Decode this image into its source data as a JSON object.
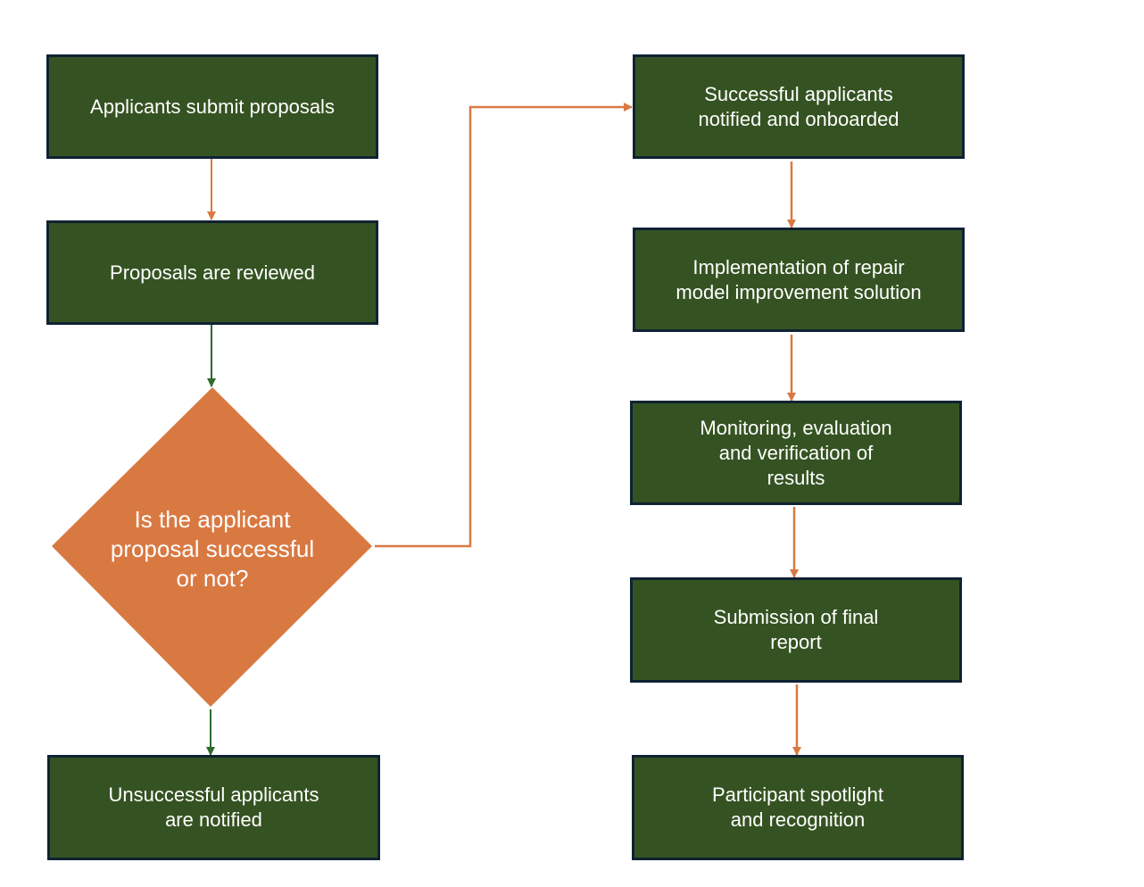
{
  "diagram": {
    "colors": {
      "box_fill": "#355322",
      "box_border": "#0f2233",
      "decision_fill": "#d97942",
      "arrow_orange": "#d97942",
      "arrow_green": "#2f6a2a",
      "text": "#ffffff"
    },
    "nodes": {
      "submit": "Applicants submit proposals",
      "review": "Proposals are reviewed",
      "decision": "Is the applicant\nproposal successful\nor not?",
      "unsuccessful": "Unsuccessful applicants\nare notified",
      "successful": "Successful applicants\nnotified and onboarded",
      "implementation": "Implementation of repair\nmodel improvement solution",
      "monitoring": "Monitoring, evaluation\nand verification of\nresults",
      "final_report": "Submission of final\nreport",
      "spotlight": "Participant spotlight\nand recognition"
    },
    "edges": [
      {
        "from": "submit",
        "to": "review",
        "color": "orange"
      },
      {
        "from": "review",
        "to": "decision",
        "color": "green"
      },
      {
        "from": "decision",
        "to": "unsuccessful",
        "color": "green"
      },
      {
        "from": "decision",
        "to": "successful",
        "color": "orange"
      },
      {
        "from": "successful",
        "to": "implementation",
        "color": "orange"
      },
      {
        "from": "implementation",
        "to": "monitoring",
        "color": "orange"
      },
      {
        "from": "monitoring",
        "to": "final_report",
        "color": "orange"
      },
      {
        "from": "final_report",
        "to": "spotlight",
        "color": "orange"
      }
    ]
  }
}
